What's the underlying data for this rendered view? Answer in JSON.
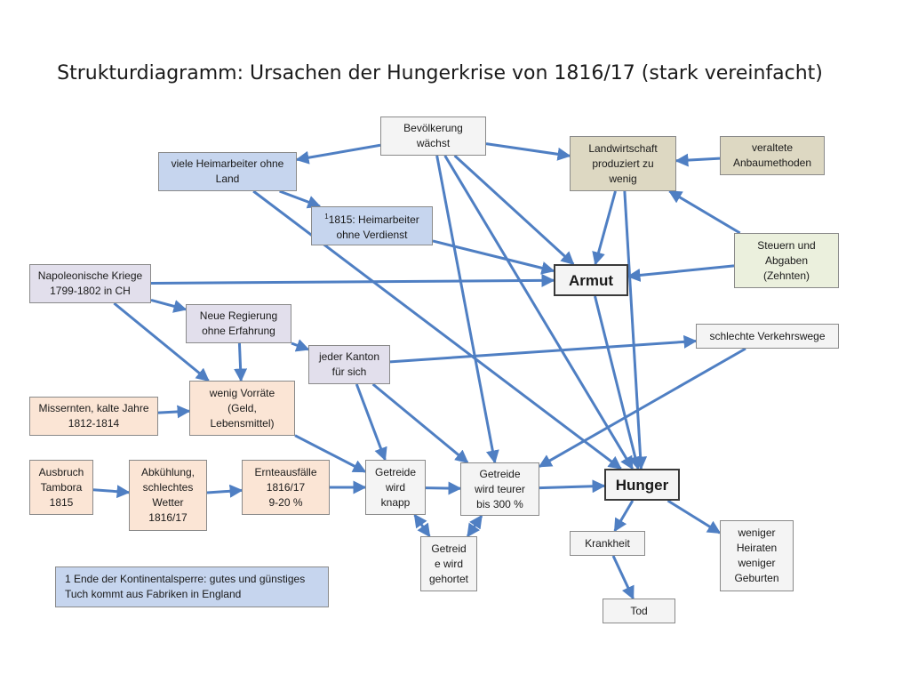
{
  "title": "Strukturdiagramm: Ursachen der Hungerkrise von 1816/17 (stark vereinfacht)",
  "colors": {
    "white": "#f4f4f4",
    "blue": "#c6d5ee",
    "tan": "#ddd8c2",
    "green": "#ebf0dd",
    "lavender": "#e2dfec",
    "peach": "#fbe5d5",
    "arrow": "#4f7fc3"
  },
  "nodes": {
    "bevoelkerung": {
      "text": "Bevölkerung\nwächst",
      "color": "white"
    },
    "heimarbeiter": {
      "text": "viele Heimarbeiter ohne\nLand",
      "color": "blue"
    },
    "verdienst": {
      "sup": "1",
      "text": "1815: Heimarbeiter\nohne Verdienst",
      "color": "blue"
    },
    "landwirtschaft": {
      "text": "Landwirtschaft\nproduziert zu\nwenig",
      "color": "tan"
    },
    "anbaumethoden": {
      "text": "veraltete\nAnbaumethoden",
      "color": "tan"
    },
    "napoleon": {
      "text": "Napoleonische Kriege\n1799-1802 in CH",
      "color": "lavender"
    },
    "armut": {
      "text": "Armut",
      "color": "white"
    },
    "steuern": {
      "text": "Steuern und\nAbgaben\n(Zehnten)",
      "color": "green"
    },
    "regierung": {
      "text": "Neue Regierung\nohne Erfahrung",
      "color": "lavender"
    },
    "verkehrswege": {
      "text": "schlechte Verkehrswege",
      "color": "white"
    },
    "kanton": {
      "text": "jeder Kanton\nfür sich",
      "color": "lavender"
    },
    "missernten": {
      "text": "Missernten, kalte Jahre\n1812-1814",
      "color": "peach"
    },
    "vorraete": {
      "text": "wenig Vorräte\n(Geld,\nLebensmittel)",
      "color": "peach"
    },
    "tambora": {
      "text": "Ausbruch\nTambora\n1815",
      "color": "peach"
    },
    "abkuehlung": {
      "text": "Abkühlung,\nschlechtes\nWetter\n1816/17",
      "color": "peach"
    },
    "ernteausfaelle": {
      "text": "Ernteausfälle\n1816/17\n9-20 %",
      "color": "peach"
    },
    "knapp": {
      "text": "Getreide\nwird\nknapp",
      "color": "white"
    },
    "teurer": {
      "text": "Getreide\nwird teurer\nbis 300 %",
      "color": "white"
    },
    "hunger": {
      "text": "Hunger",
      "color": "white"
    },
    "gehortet": {
      "text": "Getreid\ne wird\ngehortet",
      "color": "white"
    },
    "krankheit": {
      "text": "Krankheit",
      "color": "white"
    },
    "heiraten": {
      "text": "weniger\nHeiraten\nweniger\nGeburten",
      "color": "white"
    },
    "tod": {
      "text": "Tod",
      "color": "white"
    },
    "footnote": {
      "text": "1 Ende der Kontinentalsperre: gutes und günstiges\nTuch kommt aus Fabriken in England",
      "color": "blue"
    }
  },
  "edges": [
    [
      "bevoelkerung",
      "heimarbeiter"
    ],
    [
      "bevoelkerung",
      "landwirtschaft"
    ],
    [
      "bevoelkerung",
      "armut"
    ],
    [
      "bevoelkerung",
      "hunger"
    ],
    [
      "bevoelkerung",
      "teurer"
    ],
    [
      "heimarbeiter",
      "verdienst"
    ],
    [
      "heimarbeiter",
      "hunger"
    ],
    [
      "verdienst",
      "armut"
    ],
    [
      "anbaumethoden",
      "landwirtschaft"
    ],
    [
      "landwirtschaft",
      "armut"
    ],
    [
      "landwirtschaft",
      "hunger"
    ],
    [
      "steuern",
      "armut"
    ],
    [
      "steuern",
      "landwirtschaft"
    ],
    [
      "napoleon",
      "armut"
    ],
    [
      "napoleon",
      "regierung"
    ],
    [
      "napoleon",
      "vorraete"
    ],
    [
      "regierung",
      "vorraete"
    ],
    [
      "regierung",
      "kanton"
    ],
    [
      "kanton",
      "verkehrswege"
    ],
    [
      "kanton",
      "knapp"
    ],
    [
      "kanton",
      "teurer"
    ],
    [
      "verkehrswege",
      "teurer"
    ],
    [
      "missernten",
      "vorraete"
    ],
    [
      "vorraete",
      "knapp"
    ],
    [
      "tambora",
      "abkuehlung"
    ],
    [
      "abkuehlung",
      "ernteausfaelle"
    ],
    [
      "ernteausfaelle",
      "knapp"
    ],
    [
      "knapp",
      "teurer"
    ],
    [
      "knapp",
      "gehortet",
      "both"
    ],
    [
      "teurer",
      "gehortet",
      "both"
    ],
    [
      "teurer",
      "hunger"
    ],
    [
      "armut",
      "hunger"
    ],
    [
      "hunger",
      "krankheit"
    ],
    [
      "hunger",
      "heiraten"
    ],
    [
      "krankheit",
      "tod"
    ]
  ]
}
